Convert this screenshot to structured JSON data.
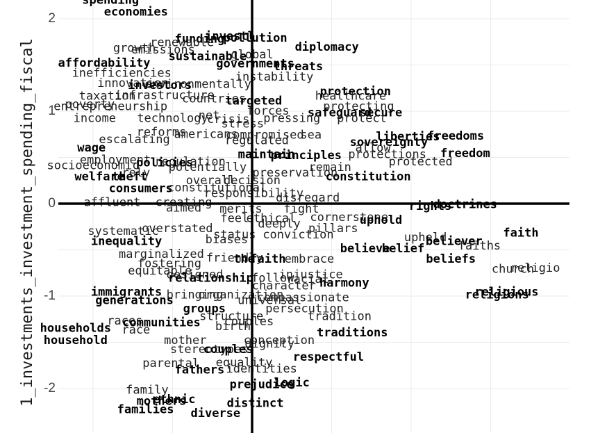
{
  "chart_data": {
    "type": "scatter",
    "ylabel": "1_investments_investment_spending_fiscal",
    "xlim": [
      -1.23,
      1.98
    ],
    "ylim": [
      -2.49,
      2.2
    ],
    "yticks": [
      -2,
      -1,
      0,
      1,
      2
    ],
    "yticklabels": [
      "-2",
      "-1",
      "0",
      "1",
      "2"
    ],
    "grid": true,
    "points": [
      {
        "label": "spending",
        "x": -0.89,
        "y": 2.2,
        "bold": true
      },
      {
        "label": "economies",
        "x": -0.73,
        "y": 2.07,
        "bold": true
      },
      {
        "label": "investl",
        "x": -0.14,
        "y": 1.81,
        "bold": true
      },
      {
        "label": "pollution",
        "x": 0.02,
        "y": 1.79,
        "bold": true
      },
      {
        "label": "funding",
        "x": -0.33,
        "y": 1.78,
        "bold": true
      },
      {
        "label": "renewable",
        "x": -0.44,
        "y": 1.74,
        "bold": false
      },
      {
        "label": "diplomacy",
        "x": 0.47,
        "y": 1.69,
        "bold": true
      },
      {
        "label": "growth",
        "x": -0.74,
        "y": 1.68,
        "bold": false
      },
      {
        "label": "emissions",
        "x": -0.56,
        "y": 1.66,
        "bold": false
      },
      {
        "label": "sustainable",
        "x": -0.28,
        "y": 1.59,
        "bold": true
      },
      {
        "label": "global",
        "x": 0.0,
        "y": 1.61,
        "bold": false
      },
      {
        "label": "affordability",
        "x": -0.93,
        "y": 1.52,
        "bold": true
      },
      {
        "label": "governments",
        "x": 0.02,
        "y": 1.51,
        "bold": true
      },
      {
        "label": "threats",
        "x": 0.29,
        "y": 1.48,
        "bold": true
      },
      {
        "label": "inefficiencies",
        "x": -0.82,
        "y": 1.41,
        "bold": false
      },
      {
        "label": "instability",
        "x": 0.14,
        "y": 1.37,
        "bold": false
      },
      {
        "label": "innovation",
        "x": -0.75,
        "y": 1.3,
        "bold": false
      },
      {
        "label": "environmentally",
        "x": -0.34,
        "y": 1.29,
        "bold": false
      },
      {
        "label": "investors",
        "x": -0.58,
        "y": 1.28,
        "bold": true
      },
      {
        "label": "protection",
        "x": 0.65,
        "y": 1.21,
        "bold": true
      },
      {
        "label": "infrastructure",
        "x": -0.55,
        "y": 1.17,
        "bold": false
      },
      {
        "label": "taxation",
        "x": -0.91,
        "y": 1.16,
        "bold": false
      },
      {
        "label": "healthcare",
        "x": 0.62,
        "y": 1.16,
        "bold": false
      },
      {
        "label": "countries",
        "x": -0.24,
        "y": 1.13,
        "bold": false
      },
      {
        "label": "targeted",
        "x": 0.01,
        "y": 1.11,
        "bold": true
      },
      {
        "label": "poverty",
        "x": -1.02,
        "y": 1.07,
        "bold": false
      },
      {
        "label": "entrepreneurship",
        "x": -0.89,
        "y": 1.05,
        "bold": false
      },
      {
        "label": "protecting",
        "x": 0.67,
        "y": 1.05,
        "bold": false
      },
      {
        "label": "forces",
        "x": 0.1,
        "y": 1.0,
        "bold": false
      },
      {
        "label": "safeguard",
        "x": 0.55,
        "y": 0.98,
        "bold": true
      },
      {
        "label": "secure",
        "x": 0.81,
        "y": 0.98,
        "bold": true
      },
      {
        "label": "pressing",
        "x": 0.25,
        "y": 0.92,
        "bold": false
      },
      {
        "label": "protect",
        "x": 0.69,
        "y": 0.92,
        "bold": false
      },
      {
        "label": "income",
        "x": -0.99,
        "y": 0.92,
        "bold": false
      },
      {
        "label": "technology",
        "x": -0.5,
        "y": 0.92,
        "bold": false
      },
      {
        "label": "net",
        "x": -0.27,
        "y": 0.95,
        "bold": false
      },
      {
        "label": "crisis",
        "x": -0.15,
        "y": 0.91,
        "bold": false
      },
      {
        "label": "stress",
        "x": -0.06,
        "y": 0.86,
        "bold": false
      },
      {
        "label": "reforms",
        "x": -0.57,
        "y": 0.77,
        "bold": false
      },
      {
        "label": "americans",
        "x": -0.29,
        "y": 0.75,
        "bold": false
      },
      {
        "label": "compromised",
        "x": 0.08,
        "y": 0.74,
        "bold": false
      },
      {
        "label": "sea",
        "x": 0.37,
        "y": 0.74,
        "bold": false
      },
      {
        "label": "liberties",
        "x": 0.98,
        "y": 0.72,
        "bold": true
      },
      {
        "label": "freedoms",
        "x": 1.28,
        "y": 0.73,
        "bold": true
      },
      {
        "label": "escalating",
        "x": -0.74,
        "y": 0.69,
        "bold": false
      },
      {
        "label": "regulated",
        "x": 0.03,
        "y": 0.68,
        "bold": false
      },
      {
        "label": "sovereignty",
        "x": 0.86,
        "y": 0.66,
        "bold": true
      },
      {
        "label": "wage",
        "x": -1.01,
        "y": 0.6,
        "bold": true
      },
      {
        "label": "allow",
        "x": 0.76,
        "y": 0.6,
        "bold": false
      },
      {
        "label": "maintain",
        "x": 0.09,
        "y": 0.53,
        "bold": true
      },
      {
        "label": "principles",
        "x": 0.34,
        "y": 0.52,
        "bold": true
      },
      {
        "label": "protections",
        "x": 0.85,
        "y": 0.53,
        "bold": false
      },
      {
        "label": "freedom",
        "x": 1.34,
        "y": 0.54,
        "bold": true
      },
      {
        "label": "employment",
        "x": -0.86,
        "y": 0.47,
        "bold": false
      },
      {
        "label": "regulation",
        "x": -0.39,
        "y": 0.45,
        "bold": false
      },
      {
        "label": "protected",
        "x": 1.06,
        "y": 0.45,
        "bold": false
      },
      {
        "label": "policies",
        "x": -0.55,
        "y": 0.44,
        "bold": true
      },
      {
        "label": "socioeconomic",
        "x": -1.0,
        "y": 0.41,
        "bold": false
      },
      {
        "label": "potentially",
        "x": -0.28,
        "y": 0.39,
        "bold": false
      },
      {
        "label": "remain",
        "x": 0.49,
        "y": 0.39,
        "bold": false
      },
      {
        "label": "preservation",
        "x": 0.27,
        "y": 0.33,
        "bold": false
      },
      {
        "label": "rely",
        "x": -0.73,
        "y": 0.33,
        "bold": false
      },
      {
        "label": "welfare",
        "x": -0.96,
        "y": 0.29,
        "bold": true
      },
      {
        "label": "theft",
        "x": -0.77,
        "y": 0.29,
        "bold": true
      },
      {
        "label": "constitution",
        "x": 0.73,
        "y": 0.29,
        "bold": true
      },
      {
        "label": "overall",
        "x": -0.26,
        "y": 0.25,
        "bold": false
      },
      {
        "label": "decision",
        "x": 0.0,
        "y": 0.25,
        "bold": false
      },
      {
        "label": "consumers",
        "x": -0.7,
        "y": 0.16,
        "bold": true
      },
      {
        "label": "constitutional",
        "x": -0.22,
        "y": 0.17,
        "bold": false
      },
      {
        "label": "responsibility",
        "x": 0.01,
        "y": 0.11,
        "bold": false
      },
      {
        "label": "disregard",
        "x": 0.35,
        "y": 0.06,
        "bold": false
      },
      {
        "label": "affluent",
        "x": -0.88,
        "y": 0.01,
        "bold": false
      },
      {
        "label": "creating",
        "x": -0.43,
        "y": 0.01,
        "bold": false
      },
      {
        "label": "aimed",
        "x": -0.43,
        "y": -0.05,
        "bold": false
      },
      {
        "label": "merits",
        "x": -0.07,
        "y": -0.06,
        "bold": false
      },
      {
        "label": "fight",
        "x": 0.31,
        "y": -0.06,
        "bold": false
      },
      {
        "label": "rights",
        "x": 1.12,
        "y": -0.03,
        "bold": true
      },
      {
        "label": "doctrines",
        "x": 1.34,
        "y": -0.01,
        "bold": true
      },
      {
        "label": "feel",
        "x": -0.11,
        "y": -0.16,
        "bold": false
      },
      {
        "label": "ethical",
        "x": 0.12,
        "y": -0.16,
        "bold": false
      },
      {
        "label": "cornerstone",
        "x": 0.61,
        "y": -0.15,
        "bold": false
      },
      {
        "label": "uphold",
        "x": 0.81,
        "y": -0.18,
        "bold": true
      },
      {
        "label": "deeply",
        "x": 0.17,
        "y": -0.22,
        "bold": false
      },
      {
        "label": "pillars",
        "x": 0.51,
        "y": -0.27,
        "bold": false
      },
      {
        "label": "overstated",
        "x": -0.47,
        "y": -0.27,
        "bold": false
      },
      {
        "label": "systematic",
        "x": -0.81,
        "y": -0.3,
        "bold": false
      },
      {
        "label": "status",
        "x": -0.11,
        "y": -0.34,
        "bold": false
      },
      {
        "label": "conviction",
        "x": 0.29,
        "y": -0.34,
        "bold": false
      },
      {
        "label": "faith",
        "x": 1.69,
        "y": -0.32,
        "bold": true
      },
      {
        "label": "biases",
        "x": -0.16,
        "y": -0.39,
        "bold": false
      },
      {
        "label": "inequality",
        "x": -0.79,
        "y": -0.41,
        "bold": true
      },
      {
        "label": "upheld",
        "x": 1.09,
        "y": -0.37,
        "bold": false
      },
      {
        "label": "believer",
        "x": 1.27,
        "y": -0.41,
        "bold": true
      },
      {
        "label": "faiths",
        "x": 1.43,
        "y": -0.46,
        "bold": false
      },
      {
        "label": "believe",
        "x": 0.71,
        "y": -0.49,
        "bold": true
      },
      {
        "label": "belief",
        "x": 0.95,
        "y": -0.49,
        "bold": true
      },
      {
        "label": "marginalized",
        "x": -0.57,
        "y": -0.55,
        "bold": false
      },
      {
        "label": "friendly",
        "x": -0.11,
        "y": -0.59,
        "bold": false
      },
      {
        "label": "beliefs",
        "x": 1.25,
        "y": -0.6,
        "bold": true
      },
      {
        "label": "the",
        "x": -0.05,
        "y": -0.6,
        "bold": true
      },
      {
        "label": "faith",
        "x": 0.1,
        "y": -0.6,
        "bold": true
      },
      {
        "label": "embrace",
        "x": 0.36,
        "y": -0.6,
        "bold": false
      },
      {
        "label": "fostering",
        "x": -0.52,
        "y": -0.65,
        "bold": false
      },
      {
        "label": "church",
        "x": 1.64,
        "y": -0.71,
        "bold": false
      },
      {
        "label": "religio",
        "x": 1.78,
        "y": -0.7,
        "bold": false
      },
      {
        "label": "equitable",
        "x": -0.58,
        "y": -0.73,
        "bold": false
      },
      {
        "label": "designed",
        "x": -0.36,
        "y": -0.77,
        "bold": false
      },
      {
        "label": "injustice",
        "x": 0.37,
        "y": -0.77,
        "bold": false
      },
      {
        "label": "relationship",
        "x": -0.26,
        "y": -0.81,
        "bold": true
      },
      {
        "label": "follow",
        "x": 0.13,
        "y": -0.81,
        "bold": false
      },
      {
        "label": "racial",
        "x": 0.35,
        "y": -0.82,
        "bold": false
      },
      {
        "label": "harmony",
        "x": 0.58,
        "y": -0.86,
        "bold": true
      },
      {
        "label": "character",
        "x": 0.2,
        "y": -0.89,
        "bold": false
      },
      {
        "label": "religious",
        "x": 1.6,
        "y": -0.96,
        "bold": true
      },
      {
        "label": "religions",
        "x": 1.54,
        "y": -0.99,
        "bold": true
      },
      {
        "label": "immigrants",
        "x": -0.79,
        "y": -0.96,
        "bold": true
      },
      {
        "label": "bringing",
        "x": -0.36,
        "y": -0.99,
        "bold": false
      },
      {
        "label": "organization",
        "x": -0.07,
        "y": -0.99,
        "bold": false
      },
      {
        "label": "compassionate",
        "x": 0.32,
        "y": -1.02,
        "bold": false
      },
      {
        "label": "generations",
        "x": -0.74,
        "y": -1.05,
        "bold": true
      },
      {
        "label": "universal",
        "x": 0.11,
        "y": -1.05,
        "bold": false
      },
      {
        "label": "persecution",
        "x": 0.33,
        "y": -1.14,
        "bold": false
      },
      {
        "label": "groups",
        "x": -0.3,
        "y": -1.14,
        "bold": true
      },
      {
        "label": "tradition",
        "x": 0.55,
        "y": -1.22,
        "bold": false
      },
      {
        "label": "structure",
        "x": -0.13,
        "y": -1.22,
        "bold": false
      },
      {
        "label": "races",
        "x": -0.8,
        "y": -1.27,
        "bold": false
      },
      {
        "label": "communities",
        "x": -0.57,
        "y": -1.29,
        "bold": true
      },
      {
        "label": "couples",
        "x": -0.02,
        "y": -1.28,
        "bold": false
      },
      {
        "label": "birth",
        "x": -0.12,
        "y": -1.33,
        "bold": false
      },
      {
        "label": "households",
        "x": -1.11,
        "y": -1.35,
        "bold": true
      },
      {
        "label": "race",
        "x": -0.73,
        "y": -1.37,
        "bold": false
      },
      {
        "label": "traditions",
        "x": 0.63,
        "y": -1.4,
        "bold": true
      },
      {
        "label": "household",
        "x": -1.11,
        "y": -1.48,
        "bold": true
      },
      {
        "label": "mother",
        "x": -0.42,
        "y": -1.48,
        "bold": false
      },
      {
        "label": "conception",
        "x": 0.17,
        "y": -1.48,
        "bold": false
      },
      {
        "label": "dignity",
        "x": 0.11,
        "y": -1.52,
        "bold": false
      },
      {
        "label": "stereotypes",
        "x": -0.27,
        "y": -1.58,
        "bold": false
      },
      {
        "label": "couples",
        "x": -0.15,
        "y": -1.58,
        "bold": true
      },
      {
        "label": "respectful",
        "x": 0.48,
        "y": -1.66,
        "bold": true
      },
      {
        "label": "parental",
        "x": -0.51,
        "y": -1.73,
        "bold": false
      },
      {
        "label": "equality",
        "x": -0.05,
        "y": -1.72,
        "bold": false
      },
      {
        "label": "fathers",
        "x": -0.33,
        "y": -1.8,
        "bold": true
      },
      {
        "label": "identities",
        "x": 0.06,
        "y": -1.79,
        "bold": false
      },
      {
        "label": "prejudice",
        "x": 0.06,
        "y": -1.96,
        "bold": true
      },
      {
        "label": "logic",
        "x": 0.25,
        "y": -1.94,
        "bold": true
      },
      {
        "label": "family",
        "x": -0.66,
        "y": -2.02,
        "bold": false
      },
      {
        "label": "ethnic",
        "x": -0.49,
        "y": -2.12,
        "bold": true
      },
      {
        "label": "mothers",
        "x": -0.57,
        "y": -2.14,
        "bold": true
      },
      {
        "label": "distinct",
        "x": 0.02,
        "y": -2.16,
        "bold": true
      },
      {
        "label": "families",
        "x": -0.67,
        "y": -2.23,
        "bold": true
      },
      {
        "label": "diverse",
        "x": -0.23,
        "y": -2.27,
        "bold": true
      }
    ]
  }
}
